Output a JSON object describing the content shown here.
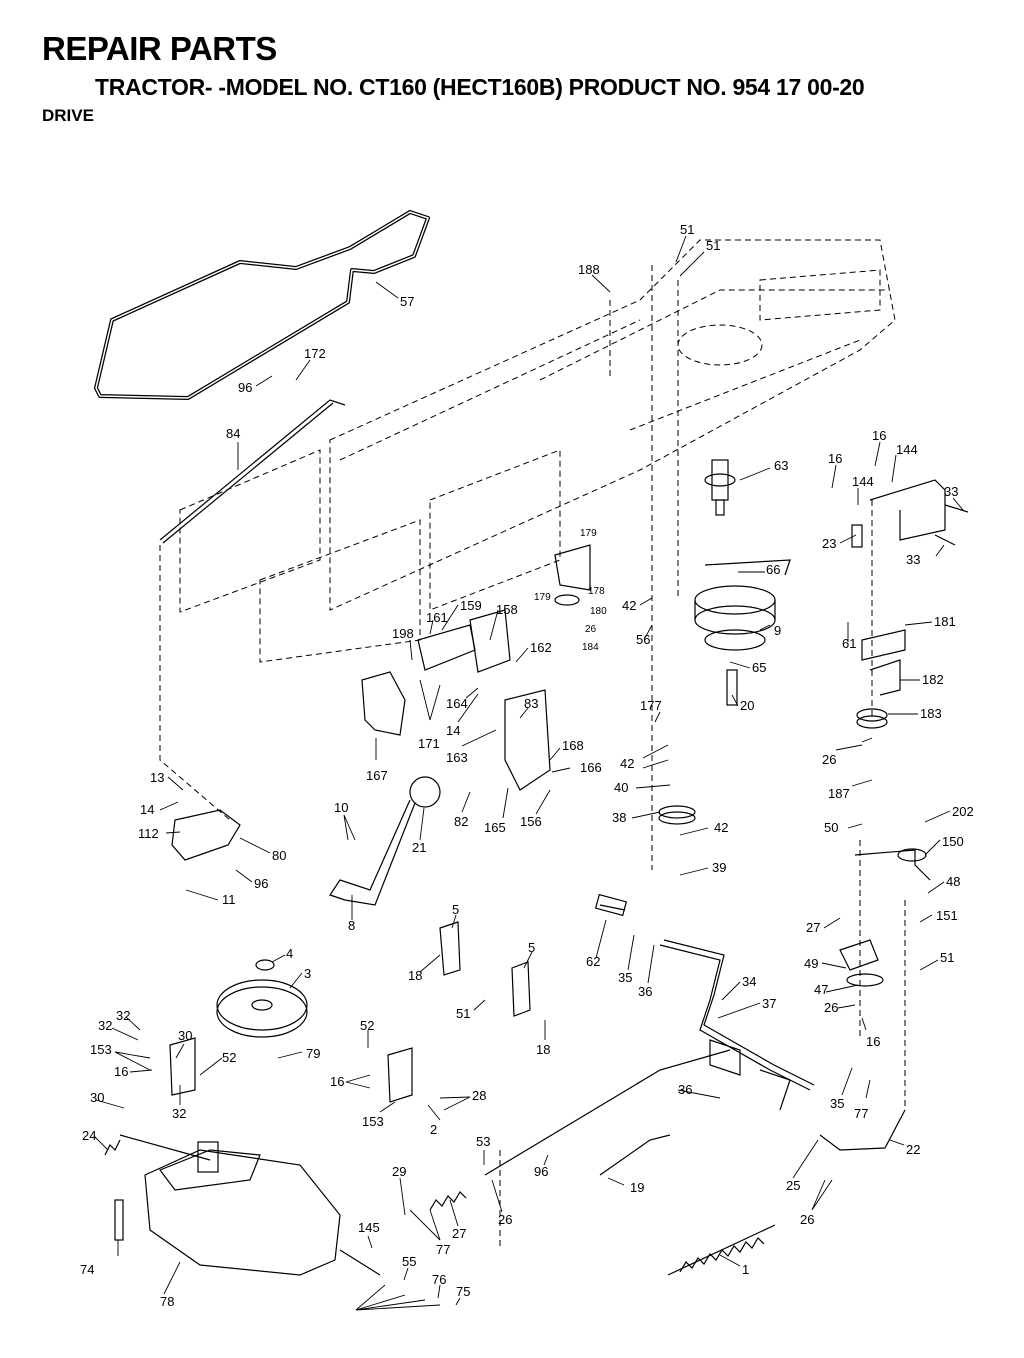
{
  "header": {
    "title": "REPAIR PARTS",
    "subtitle": "TRACTOR- -MODEL NO. CT160 (HECT160B) PRODUCT NO. 954 17 00-20",
    "section": "DRIVE"
  },
  "callouts": [
    {
      "id": "c51a",
      "text": "51"
    },
    {
      "id": "c51b",
      "text": "51"
    },
    {
      "id": "c188",
      "text": "188"
    },
    {
      "id": "c57",
      "text": "57"
    },
    {
      "id": "c172",
      "text": "172"
    },
    {
      "id": "c96a",
      "text": "96"
    },
    {
      "id": "c84",
      "text": "84"
    },
    {
      "id": "c63",
      "text": "63"
    },
    {
      "id": "c16a",
      "text": "16"
    },
    {
      "id": "c144a",
      "text": "144"
    },
    {
      "id": "c16b",
      "text": "16"
    },
    {
      "id": "c144b",
      "text": "144"
    },
    {
      "id": "c33a",
      "text": "33"
    },
    {
      "id": "c23",
      "text": "23"
    },
    {
      "id": "c33b",
      "text": "33"
    },
    {
      "id": "c179a",
      "text": "179"
    },
    {
      "id": "c178",
      "text": "178"
    },
    {
      "id": "c179b",
      "text": "179"
    },
    {
      "id": "c180",
      "text": "180"
    },
    {
      "id": "c26a",
      "text": "26"
    },
    {
      "id": "c184",
      "text": "184"
    },
    {
      "id": "c66",
      "text": "66"
    },
    {
      "id": "c42a",
      "text": "42"
    },
    {
      "id": "c56",
      "text": "56"
    },
    {
      "id": "c9",
      "text": "9"
    },
    {
      "id": "c181",
      "text": "181"
    },
    {
      "id": "c61",
      "text": "61"
    },
    {
      "id": "c65",
      "text": "65"
    },
    {
      "id": "c182",
      "text": "182"
    },
    {
      "id": "c20",
      "text": "20"
    },
    {
      "id": "c183",
      "text": "183"
    },
    {
      "id": "c159",
      "text": "159"
    },
    {
      "id": "c161",
      "text": "161"
    },
    {
      "id": "c158",
      "text": "158"
    },
    {
      "id": "c198",
      "text": "198"
    },
    {
      "id": "c162",
      "text": "162"
    },
    {
      "id": "c164",
      "text": "164"
    },
    {
      "id": "c14a",
      "text": "14"
    },
    {
      "id": "c83",
      "text": "83"
    },
    {
      "id": "c171",
      "text": "171"
    },
    {
      "id": "c163",
      "text": "163"
    },
    {
      "id": "c177",
      "text": "177"
    },
    {
      "id": "c42b",
      "text": "42"
    },
    {
      "id": "c26b",
      "text": "26"
    },
    {
      "id": "c187",
      "text": "187"
    },
    {
      "id": "c167",
      "text": "167"
    },
    {
      "id": "c168",
      "text": "168"
    },
    {
      "id": "c166",
      "text": "166"
    },
    {
      "id": "c40",
      "text": "40"
    },
    {
      "id": "c13",
      "text": "13"
    },
    {
      "id": "c14b",
      "text": "14"
    },
    {
      "id": "c112",
      "text": "112"
    },
    {
      "id": "c10",
      "text": "10"
    },
    {
      "id": "c82",
      "text": "82"
    },
    {
      "id": "c165",
      "text": "165"
    },
    {
      "id": "c156",
      "text": "156"
    },
    {
      "id": "c38",
      "text": "38"
    },
    {
      "id": "c42c",
      "text": "42"
    },
    {
      "id": "c50",
      "text": "50"
    },
    {
      "id": "c202",
      "text": "202"
    },
    {
      "id": "c150",
      "text": "150"
    },
    {
      "id": "c80",
      "text": "80"
    },
    {
      "id": "c21",
      "text": "21"
    },
    {
      "id": "c39",
      "text": "39"
    },
    {
      "id": "c96b",
      "text": "96"
    },
    {
      "id": "c11",
      "text": "11"
    },
    {
      "id": "c48",
      "text": "48"
    },
    {
      "id": "c8",
      "text": "8"
    },
    {
      "id": "c5a",
      "text": "5"
    },
    {
      "id": "c27a",
      "text": "27"
    },
    {
      "id": "c151",
      "text": "151"
    },
    {
      "id": "c62",
      "text": "62"
    },
    {
      "id": "c35a",
      "text": "35"
    },
    {
      "id": "c36a",
      "text": "36"
    },
    {
      "id": "c5b",
      "text": "5"
    },
    {
      "id": "c49",
      "text": "49"
    },
    {
      "id": "c51c",
      "text": "51"
    },
    {
      "id": "c4",
      "text": "4"
    },
    {
      "id": "c18a",
      "text": "18"
    },
    {
      "id": "c34",
      "text": "34"
    },
    {
      "id": "c47",
      "text": "47"
    },
    {
      "id": "c3",
      "text": "3"
    },
    {
      "id": "c37",
      "text": "37"
    },
    {
      "id": "c26c",
      "text": "26"
    },
    {
      "id": "c51d",
      "text": "51"
    },
    {
      "id": "c32a",
      "text": "32"
    },
    {
      "id": "c18b",
      "text": "18"
    },
    {
      "id": "c30a",
      "text": "30"
    },
    {
      "id": "c52a",
      "text": "52"
    },
    {
      "id": "c32b",
      "text": "32"
    },
    {
      "id": "c153a",
      "text": "153"
    },
    {
      "id": "c52b",
      "text": "52"
    },
    {
      "id": "c79",
      "text": "79"
    },
    {
      "id": "c16c",
      "text": "16"
    },
    {
      "id": "c16d",
      "text": "16"
    },
    {
      "id": "c16e",
      "text": "16"
    },
    {
      "id": "c32c",
      "text": "32"
    },
    {
      "id": "c28",
      "text": "28"
    },
    {
      "id": "c36b",
      "text": "36"
    },
    {
      "id": "c35b",
      "text": "35"
    },
    {
      "id": "c77a",
      "text": "77"
    },
    {
      "id": "c30b",
      "text": "30"
    },
    {
      "id": "c153b",
      "text": "153"
    },
    {
      "id": "c2",
      "text": "2"
    },
    {
      "id": "c24",
      "text": "24"
    },
    {
      "id": "c53",
      "text": "53"
    },
    {
      "id": "c22",
      "text": "22"
    },
    {
      "id": "c96c",
      "text": "96"
    },
    {
      "id": "c29",
      "text": "29"
    },
    {
      "id": "c19",
      "text": "19"
    },
    {
      "id": "c26d",
      "text": "26"
    },
    {
      "id": "c25",
      "text": "25"
    },
    {
      "id": "c27b",
      "text": "27"
    },
    {
      "id": "c26e",
      "text": "26"
    },
    {
      "id": "c77b",
      "text": "77"
    },
    {
      "id": "c145",
      "text": "145"
    },
    {
      "id": "c74",
      "text": "74"
    },
    {
      "id": "c55",
      "text": "55"
    },
    {
      "id": "c1",
      "text": "1"
    },
    {
      "id": "c78",
      "text": "78"
    },
    {
      "id": "c76",
      "text": "76"
    },
    {
      "id": "c75",
      "text": "75"
    }
  ]
}
